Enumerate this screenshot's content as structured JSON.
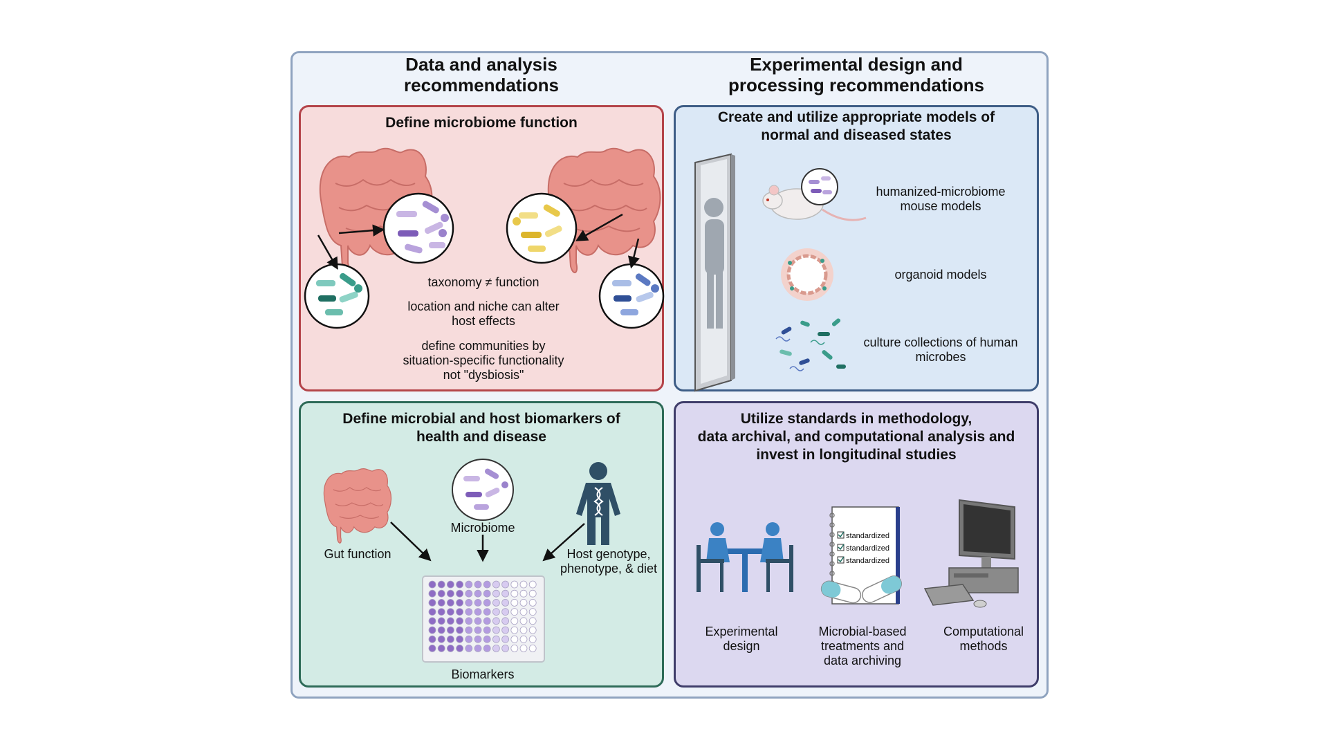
{
  "columns": {
    "left_title": "Data and analysis\nrecommendations",
    "right_title": "Experimental design and\nprocessing recommendations"
  },
  "panel_function": {
    "title": "Define microbiome function",
    "line1": "taxonomy ≠ function",
    "line2": "location and niche can alter\nhost effects",
    "line3": "define communities by\nsituation-specific functionality\nnot \"dysbiosis\""
  },
  "panel_models": {
    "title": "Create and utilize appropriate models of\nnormal and diseased states",
    "mouse": "humanized-microbiome\nmouse models",
    "organoid": "organoid models",
    "culture": "culture collections of human\nmicrobes"
  },
  "panel_biomarkers": {
    "title": "Define microbial and host biomarkers of\nhealth and disease",
    "gut": "Gut function",
    "microbiome": "Microbiome",
    "host": "Host genotype,\nphenotype, & diet",
    "biomarkers": "Biomarkers"
  },
  "panel_standards": {
    "title": "Utilize standards in methodology,\ndata archival, and computational analysis and\ninvest in longitudinal studies",
    "notebook_items": [
      "standardized",
      "standardized",
      "standardized"
    ],
    "design": "Experimental\ndesign",
    "treatments": "Microbial-based\ntreatments and\ndata archiving",
    "computational": "Computational\nmethods"
  },
  "colors": {
    "red_panel": "#f7dcdc",
    "blue_panel": "#dbe8f6",
    "green_panel": "#d3ebe5",
    "purple_panel": "#dcd8f0",
    "gut": "#e8928a",
    "person": "#2f4f66"
  }
}
